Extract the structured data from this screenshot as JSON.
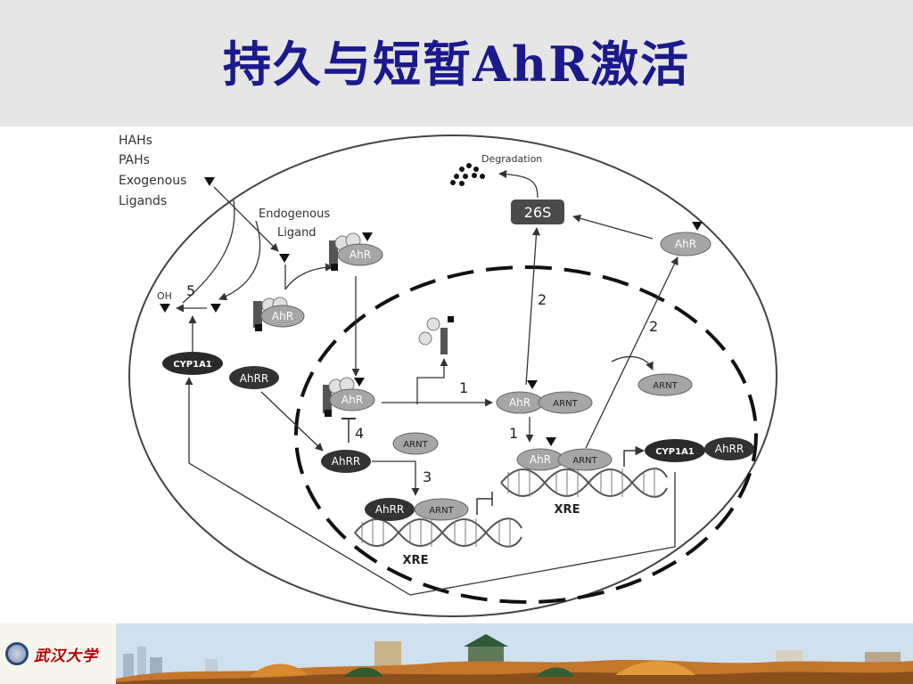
{
  "slide": {
    "title": "持久与短暂AhR激活",
    "logo_text": "武汉大学"
  },
  "diagram": {
    "ligands_outside": [
      "HAHs",
      "PAHs",
      "Exogenous",
      "Ligands"
    ],
    "endogenous_ligand": [
      "Endogenous",
      "Ligand"
    ],
    "degradation": "Degradation",
    "proteasome": "26S",
    "oh_label": "OH",
    "cyp1a1": "CYP1A1",
    "ahr": "AhR",
    "ahrr": "AhRR",
    "arnt": "ARNT",
    "xre": "XRE",
    "steps": [
      "1",
      "1",
      "2",
      "2",
      "3",
      "4",
      "5"
    ]
  },
  "colors": {
    "title": "#1a1a8c",
    "title_bar": "#e6e6e6",
    "protein_gray": "#a6a6a6",
    "protein_dark": "#2a2a2a",
    "university_red": "#b00000"
  }
}
